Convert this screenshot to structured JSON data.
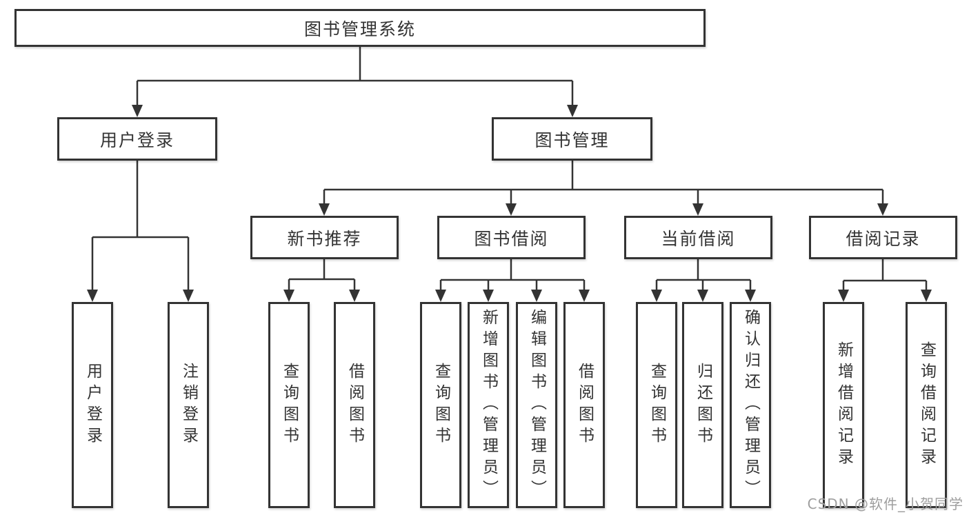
{
  "diagram": {
    "root": "图书管理系统",
    "level2": {
      "user_login": "用户登录",
      "book_management": "图书管理"
    },
    "level3": {
      "new_book_recommend": "新书推荐",
      "book_borrowing": "图书借阅",
      "current_borrowing": "当前借阅",
      "borrowing_records": "借阅记录"
    },
    "leaves": {
      "user_login": [
        "用户登录",
        "注销登录"
      ],
      "new_book_recommend": [
        "查询图书",
        "借阅图书"
      ],
      "book_borrowing": [
        "查询图书",
        "新增图书（管理员）",
        "编辑图书（管理员）",
        "借阅图书"
      ],
      "current_borrowing": [
        "查询图书",
        "归还图书",
        "确认归还（管理员）"
      ],
      "borrowing_records": [
        "新增借阅记录",
        "查询借阅记录"
      ]
    }
  },
  "watermark": "CSDN @软件_小贺同学",
  "colors": {
    "line": "#333333",
    "text": "#333333",
    "watermark": "#9e9e9e",
    "background": "#ffffff"
  }
}
